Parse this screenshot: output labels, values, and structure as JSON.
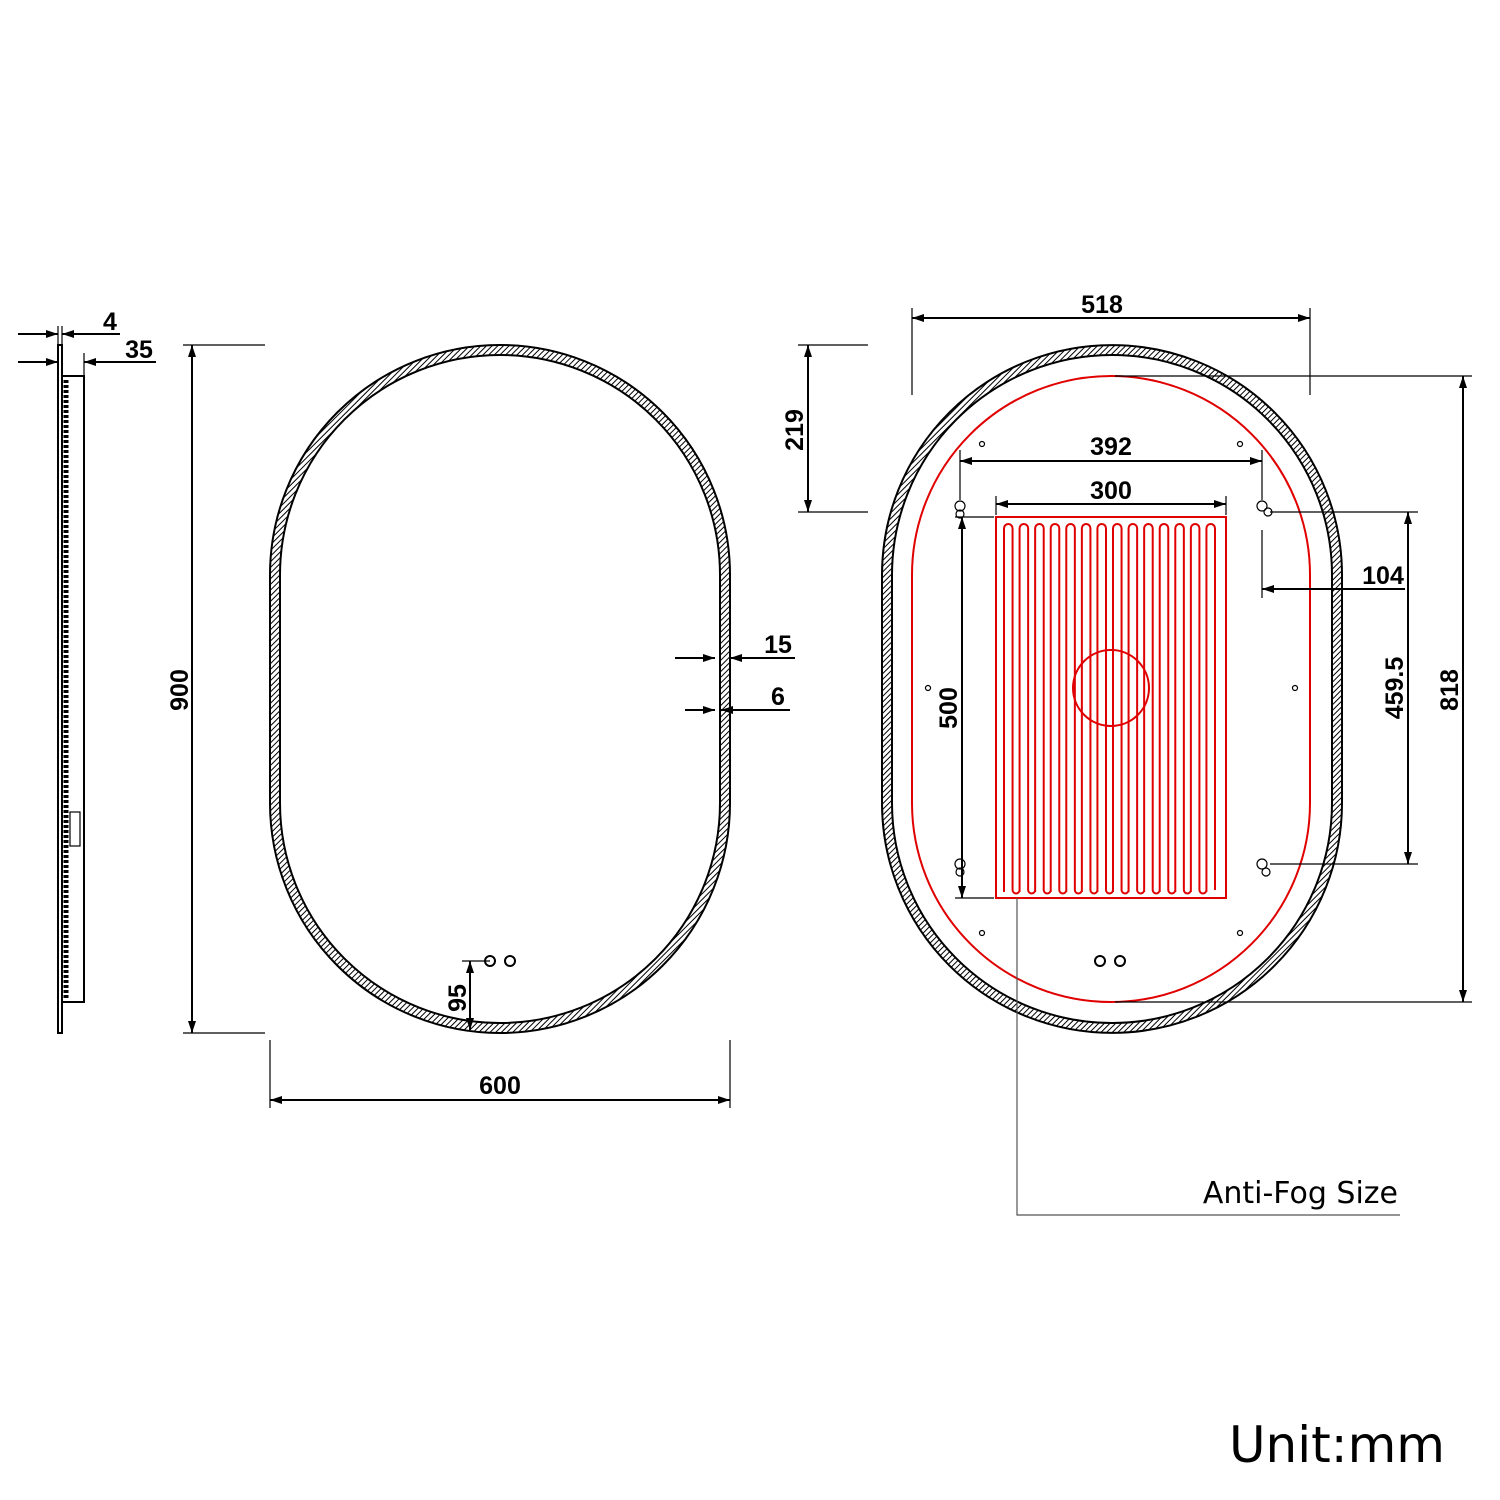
{
  "side_view": {
    "thickness_glass": "4",
    "depth": "35"
  },
  "front_view": {
    "height": "900",
    "width": "600",
    "frame_width": "15",
    "frame_gap": "6",
    "switch_offset": "95"
  },
  "back_view": {
    "mount_width": "518",
    "top_offset": "219",
    "hook_spacing_h": "392",
    "antifog_width": "300",
    "side_offset": "104",
    "antifog_height": "500",
    "hook_spacing_v": "459.5",
    "led_height": "818",
    "antifog_label": "Anti-Fog Size",
    "heater_loops": 14
  },
  "unit_label": "Unit:mm",
  "colors": {
    "line": "#000000",
    "heater": "#e00000"
  }
}
